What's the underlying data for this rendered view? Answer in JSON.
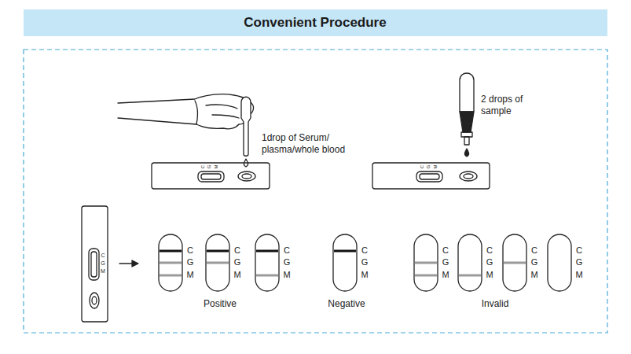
{
  "diagram": {
    "title": "Convenient Procedure",
    "labels": [
      "1drop of Serum/ plasma/whole blood",
      "C",
      "G",
      "M",
      "2 drops of sample",
      "C",
      "G",
      "M",
      "C",
      "G",
      "M",
      "C",
      "G",
      "M",
      "C",
      "G",
      "M",
      "C",
      "G",
      "M",
      "C",
      "G",
      "M",
      "C",
      "G",
      "M",
      "C",
      "G",
      "M",
      "C",
      "G",
      "M",
      "C",
      "G",
      "M",
      "Positive",
      "Negative",
      "Invalid"
    ]
  }
}
